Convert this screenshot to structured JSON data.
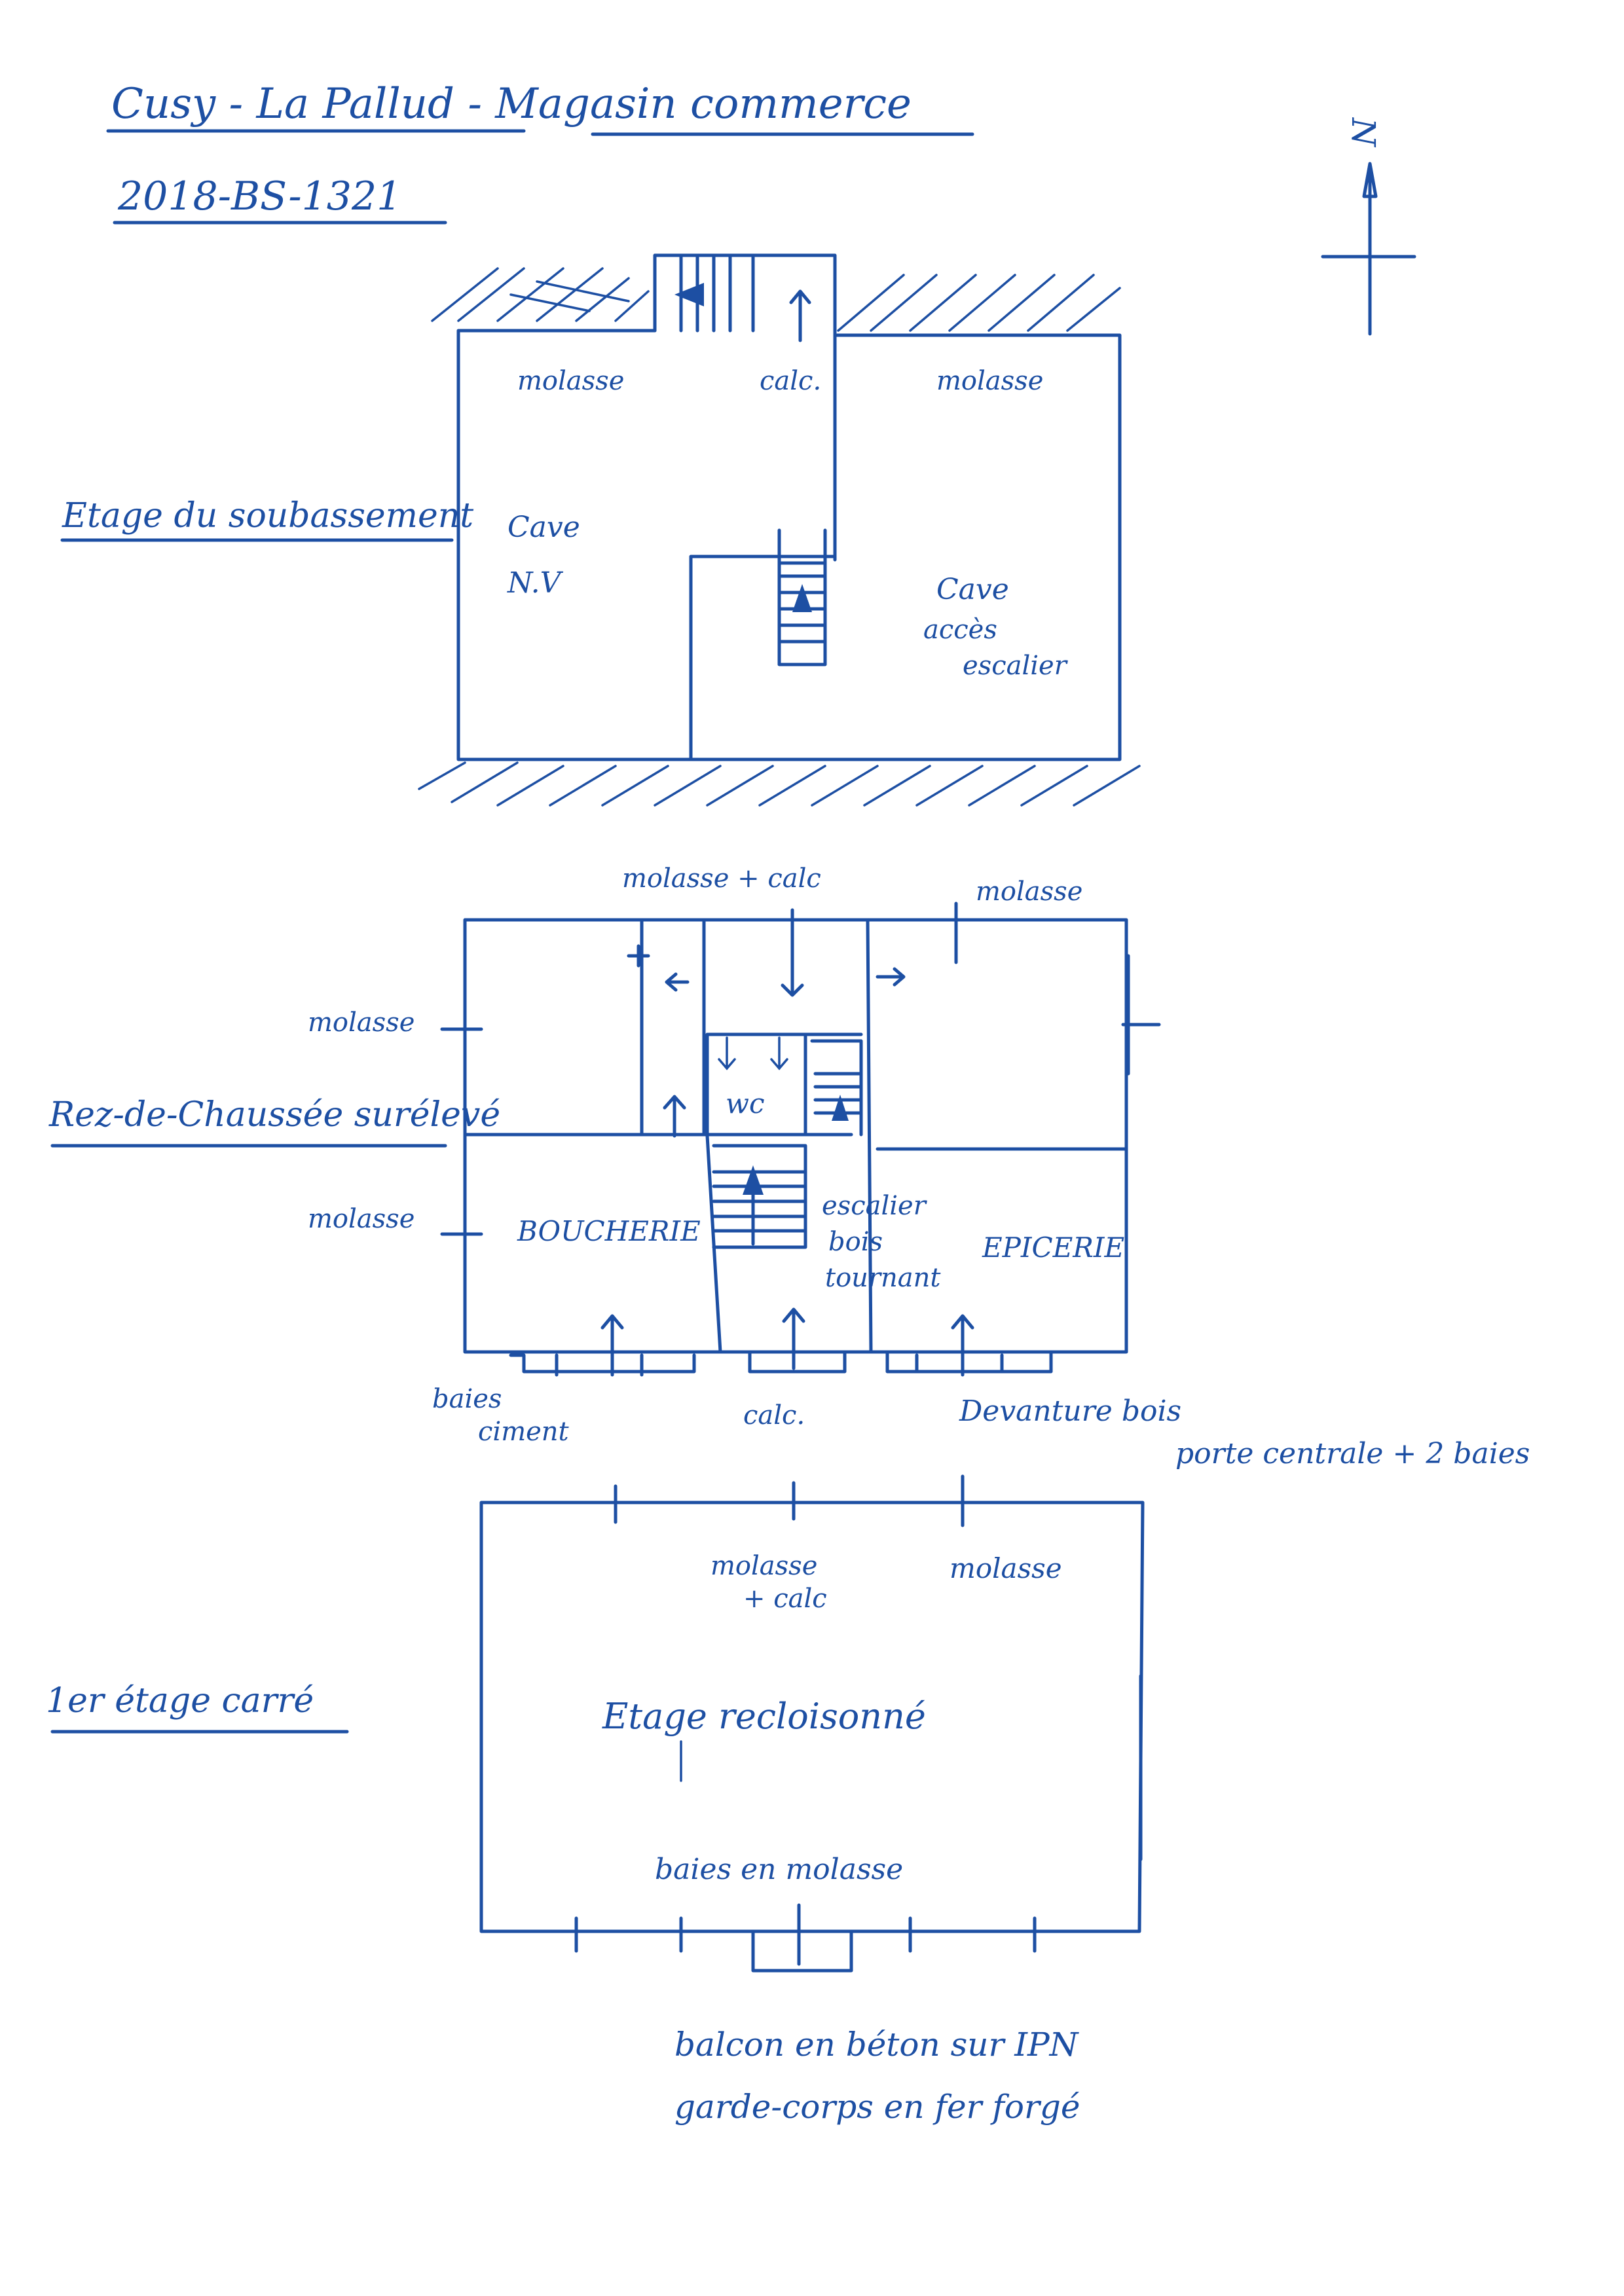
{
  "header": {
    "title": "Cusy - La Pallud - Magasin commerce",
    "reference": "2018-BS-1321"
  },
  "compass": {
    "north_label": "N"
  },
  "floors": [
    {
      "label": "Etage du soubassement",
      "texts": {
        "wall_north_left": "molasse",
        "wall_north_center": "calc.",
        "wall_north_right": "molasse",
        "room_left_line1": "Cave",
        "room_left_line2": "N.V",
        "room_right_line1": "Cave",
        "room_right_line2": "accès",
        "room_right_line3": "escalier"
      }
    },
    {
      "label": "Rez-de-Chaussée surélevé",
      "texts": {
        "wall_north_center": "molasse + calc",
        "wall_north_right": "molasse",
        "wall_west_upper": "molasse",
        "wall_west_lower": "molasse",
        "wc": "wc",
        "room_left": "BOUCHERIE",
        "room_right": "EPICERIE",
        "stair_line1": "escalier",
        "stair_line2": "bois",
        "stair_line3": "tournant",
        "front_left_line1": "baies",
        "front_left_line2": "ciment",
        "front_center": "calc.",
        "front_right_line1": "Devanture bois",
        "front_right_line2": "porte centrale + 2 baies"
      }
    },
    {
      "label": "1er étage carré",
      "texts": {
        "wall_north_center_line1": "molasse",
        "wall_north_center_line2": "+ calc",
        "wall_north_right": "molasse",
        "center": "Etage recloisonné",
        "openings": "baies en molasse",
        "balcony_line1": "balcon en béton sur IPN",
        "balcony_line2": "garde-corps en fer forgé"
      }
    }
  ]
}
